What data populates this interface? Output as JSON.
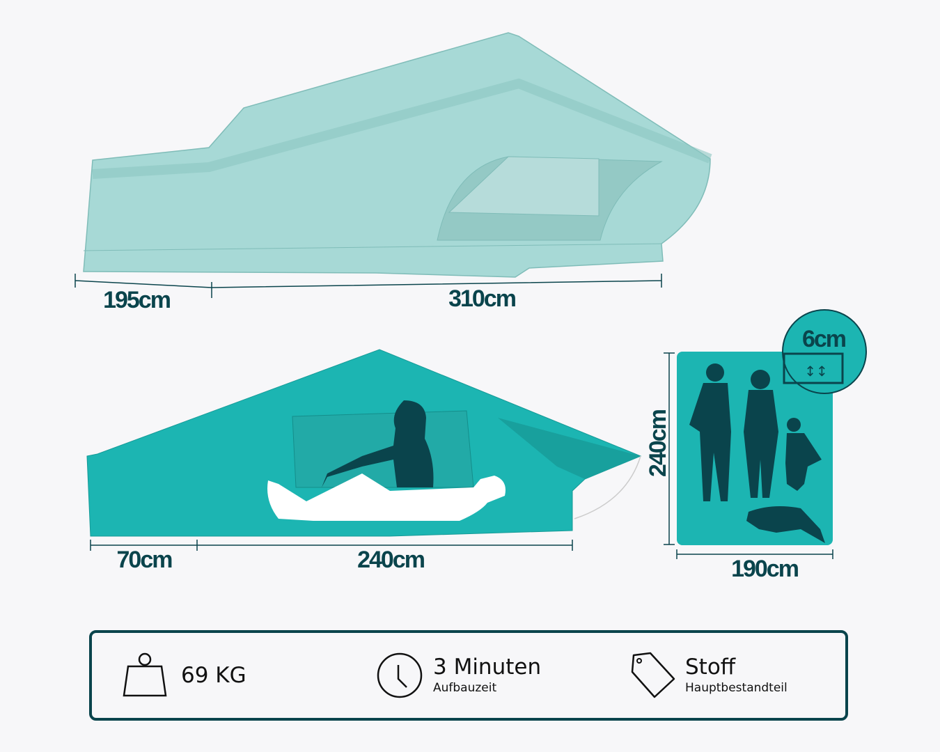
{
  "colors": {
    "background": "#f7f7f9",
    "tent_light": "#a7d9d6",
    "tent_teal": "#1cb5b2",
    "dark_teal": "#0a444c"
  },
  "top_view": {
    "dim_left": "195cm",
    "dim_right": "310cm"
  },
  "side_view": {
    "dim_left": "70cm",
    "dim_right": "240cm"
  },
  "mattress": {
    "height": "240cm",
    "width": "190cm",
    "thickness": "6cm"
  },
  "specs": [
    {
      "icon": "weight-icon",
      "main": "69 KG",
      "sub": ""
    },
    {
      "icon": "clock-icon",
      "main": "3 Minuten",
      "sub": "Aufbauzeit"
    },
    {
      "icon": "tag-icon",
      "main": "Stoff",
      "sub": "Hauptbestandteil"
    }
  ]
}
